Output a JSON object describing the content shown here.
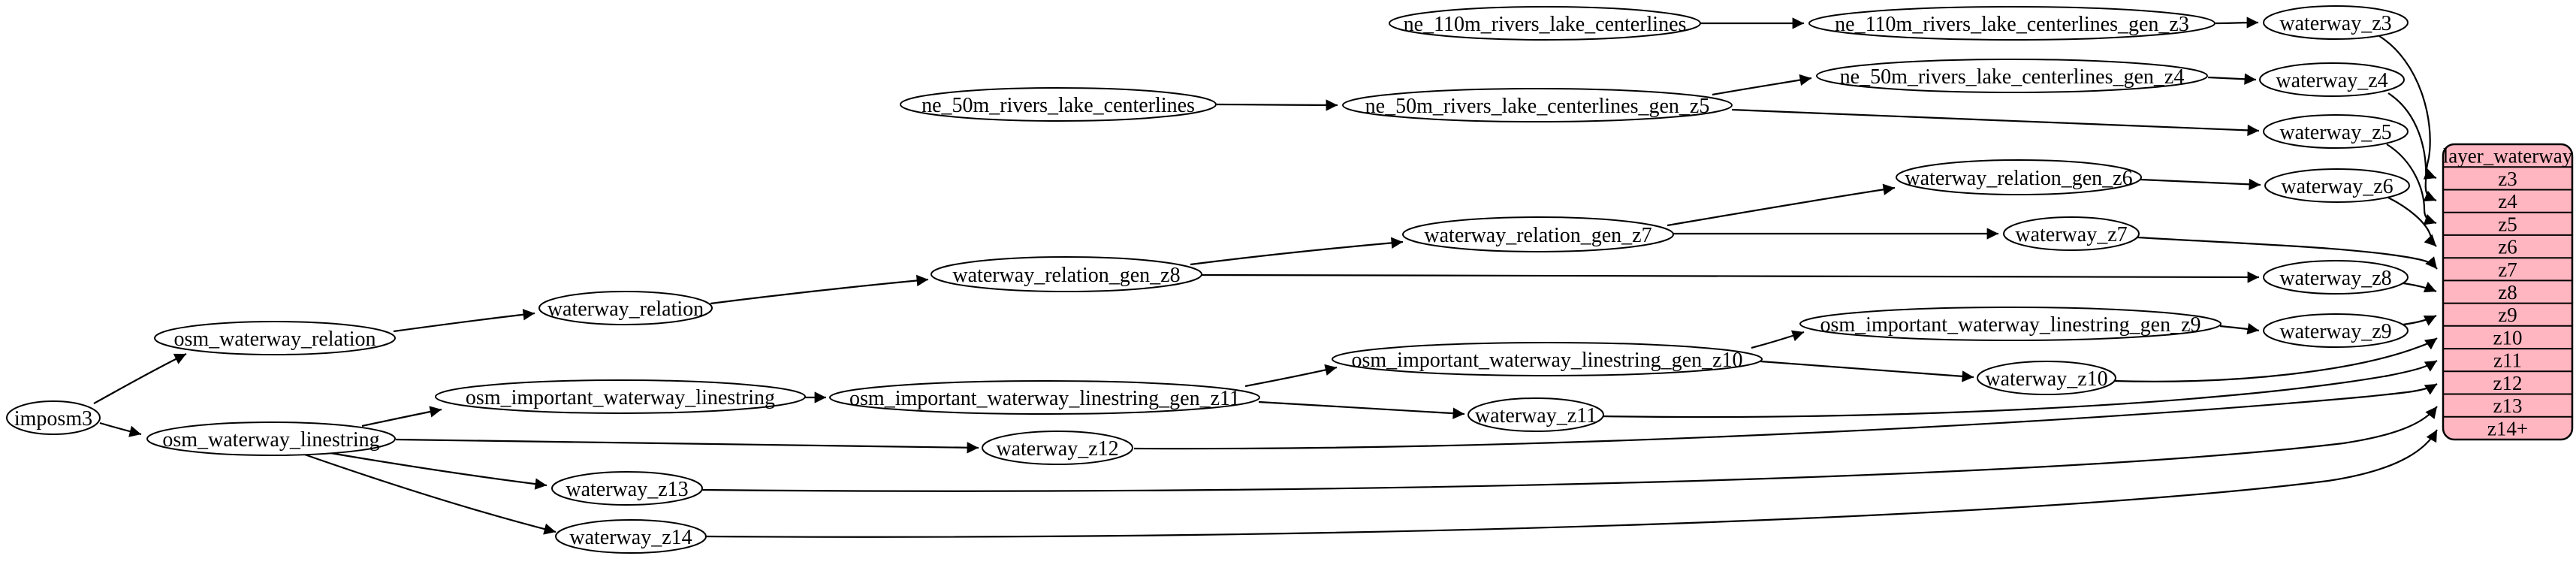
{
  "diagram": {
    "kind": "etl-dependency-graph",
    "background": "#ffffff",
    "node_fill": "#ffffff",
    "node_stroke": "#000000",
    "edge_color": "#000000",
    "nodes": {
      "imposm3": "imposm3",
      "osm_waterway_relation": "osm_waterway_relation",
      "osm_waterway_linestring": "osm_waterway_linestring",
      "waterway_relation": "waterway_relation",
      "waterway_relation_gen_z8": "waterway_relation_gen_z8",
      "waterway_relation_gen_z7": "waterway_relation_gen_z7",
      "waterway_relation_gen_z6": "waterway_relation_gen_z6",
      "osm_important_waterway_linestring": "osm_important_waterway_linestring",
      "osm_important_waterway_linestring_gen_z11": "osm_important_waterway_linestring_gen_z11",
      "osm_important_waterway_linestring_gen_z10": "osm_important_waterway_linestring_gen_z10",
      "osm_important_waterway_linestring_gen_z9": "osm_important_waterway_linestring_gen_z9",
      "ne_110m_rivers_lake_centerlines": "ne_110m_rivers_lake_centerlines",
      "ne_110m_rivers_lake_centerlines_gen_z3": "ne_110m_rivers_lake_centerlines_gen_z3",
      "ne_50m_rivers_lake_centerlines": "ne_50m_rivers_lake_centerlines",
      "ne_50m_rivers_lake_centerlines_gen_z5": "ne_50m_rivers_lake_centerlines_gen_z5",
      "ne_50m_rivers_lake_centerlines_gen_z4": "ne_50m_rivers_lake_centerlines_gen_z4",
      "waterway_z3": "waterway_z3",
      "waterway_z4": "waterway_z4",
      "waterway_z5": "waterway_z5",
      "waterway_z6": "waterway_z6",
      "waterway_z7": "waterway_z7",
      "waterway_z8": "waterway_z8",
      "waterway_z9": "waterway_z9",
      "waterway_z10": "waterway_z10",
      "waterway_z11": "waterway_z11",
      "waterway_z12": "waterway_z12",
      "waterway_z13": "waterway_z13",
      "waterway_z14": "waterway_z14"
    },
    "table": {
      "title": "layer_waterway",
      "fill": "#ffb6c1",
      "stroke": "#000000",
      "rows": [
        "z3",
        "z4",
        "z5",
        "z6",
        "z7",
        "z8",
        "z9",
        "z10",
        "z11",
        "z12",
        "z13",
        "z14+"
      ]
    },
    "edges": [
      [
        "imposm3",
        "osm_waterway_relation"
      ],
      [
        "imposm3",
        "osm_waterway_linestring"
      ],
      [
        "osm_waterway_relation",
        "waterway_relation"
      ],
      [
        "waterway_relation",
        "waterway_relation_gen_z8"
      ],
      [
        "waterway_relation_gen_z8",
        "waterway_relation_gen_z7"
      ],
      [
        "waterway_relation_gen_z8",
        "waterway_z8"
      ],
      [
        "waterway_relation_gen_z7",
        "waterway_relation_gen_z6"
      ],
      [
        "waterway_relation_gen_z7",
        "waterway_z7"
      ],
      [
        "waterway_relation_gen_z6",
        "waterway_z6"
      ],
      [
        "ne_110m_rivers_lake_centerlines",
        "ne_110m_rivers_lake_centerlines_gen_z3"
      ],
      [
        "ne_110m_rivers_lake_centerlines_gen_z3",
        "waterway_z3"
      ],
      [
        "ne_50m_rivers_lake_centerlines",
        "ne_50m_rivers_lake_centerlines_gen_z5"
      ],
      [
        "ne_50m_rivers_lake_centerlines_gen_z5",
        "ne_50m_rivers_lake_centerlines_gen_z4"
      ],
      [
        "ne_50m_rivers_lake_centerlines_gen_z5",
        "waterway_z5"
      ],
      [
        "ne_50m_rivers_lake_centerlines_gen_z4",
        "waterway_z4"
      ],
      [
        "osm_waterway_linestring",
        "osm_important_waterway_linestring"
      ],
      [
        "osm_waterway_linestring",
        "waterway_z12"
      ],
      [
        "osm_waterway_linestring",
        "waterway_z13"
      ],
      [
        "osm_waterway_linestring",
        "waterway_z14"
      ],
      [
        "osm_important_waterway_linestring",
        "osm_important_waterway_linestring_gen_z11"
      ],
      [
        "osm_important_waterway_linestring_gen_z11",
        "osm_important_waterway_linestring_gen_z10"
      ],
      [
        "osm_important_waterway_linestring_gen_z11",
        "waterway_z11"
      ],
      [
        "osm_important_waterway_linestring_gen_z10",
        "osm_important_waterway_linestring_gen_z9"
      ],
      [
        "osm_important_waterway_linestring_gen_z10",
        "waterway_z10"
      ],
      [
        "osm_important_waterway_linestring_gen_z9",
        "waterway_z9"
      ],
      [
        "waterway_z3",
        "layer_waterway.z3"
      ],
      [
        "waterway_z4",
        "layer_waterway.z4"
      ],
      [
        "waterway_z5",
        "layer_waterway.z5"
      ],
      [
        "waterway_z6",
        "layer_waterway.z6"
      ],
      [
        "waterway_z7",
        "layer_waterway.z7"
      ],
      [
        "waterway_z8",
        "layer_waterway.z8"
      ],
      [
        "waterway_z9",
        "layer_waterway.z9"
      ],
      [
        "waterway_z10",
        "layer_waterway.z10"
      ],
      [
        "waterway_z11",
        "layer_waterway.z11"
      ],
      [
        "waterway_z12",
        "layer_waterway.z12"
      ],
      [
        "waterway_z13",
        "layer_waterway.z13"
      ],
      [
        "waterway_z14",
        "layer_waterway.z14+"
      ]
    ]
  }
}
